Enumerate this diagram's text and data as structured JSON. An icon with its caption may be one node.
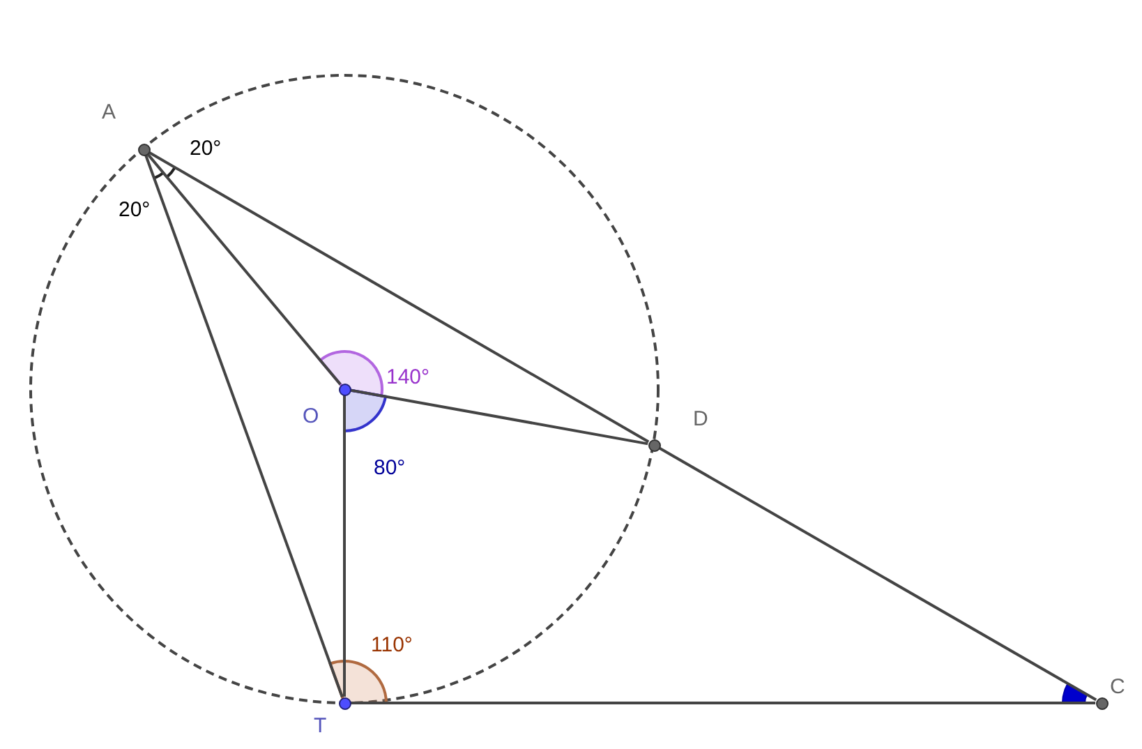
{
  "diagram": {
    "nodes": [
      {
        "text": [],
        "shape": "circle",
        "beside": [
          "A"
        ]
      },
      {
        "text": [],
        "shape": "circle",
        "beside": [
          "O"
        ]
      },
      {
        "text": [],
        "shape": "circle",
        "beside": [
          "D"
        ]
      },
      {
        "text": [],
        "shape": "circle",
        "beside": [
          "T"
        ]
      },
      {
        "text": [],
        "shape": "circle",
        "beside": [
          "C"
        ]
      }
    ],
    "edges": [
      {
        "from": 0,
        "to": 1,
        "arrow": "none"
      },
      {
        "from": 0,
        "to": 3,
        "arrow": "none"
      },
      {
        "from": 0,
        "to": 2,
        "arrow": "none"
      },
      {
        "from": 2,
        "to": 4,
        "arrow": "none"
      },
      {
        "from": 1,
        "to": 2,
        "arrow": "none"
      },
      {
        "from": 1,
        "to": 3,
        "arrow": "none"
      },
      {
        "from": 3,
        "to": 4,
        "arrow": "none"
      }
    ],
    "labels": [
      "20°",
      "20°",
      "140°",
      "80°",
      "110°"
    ]
  }
}
